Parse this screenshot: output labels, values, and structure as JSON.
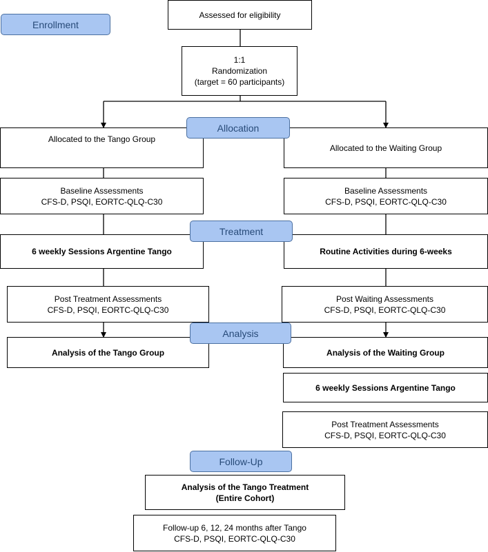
{
  "stages": {
    "enrollment": "Enrollment",
    "allocation": "Allocation",
    "treatment": "Treatment",
    "analysis": "Analysis",
    "follow_up": "Follow-Up"
  },
  "boxes": {
    "eligibility": [
      "Assessed for eligibility"
    ],
    "randomization": [
      "1:1",
      "Randomization",
      "(target = 60 participants)"
    ],
    "tango_allocated": [
      "Allocated to the Tango Group"
    ],
    "waiting_allocated": [
      "Allocated to the Waiting Group"
    ],
    "tango_baseline": [
      "Baseline Assessments",
      "CFS-D, PSQI, EORTC-QLQ-C30"
    ],
    "waiting_baseline": [
      "Baseline Assessments",
      "CFS-D, PSQI, EORTC-QLQ-C30"
    ],
    "tango_sessions": [
      "6 weekly Sessions Argentine Tango"
    ],
    "routine_activities": [
      "Routine Activities during 6-weeks"
    ],
    "tango_post": [
      "Post Treatment Assessments",
      "CFS-D, PSQI, EORTC-QLQ-C30"
    ],
    "waiting_post": [
      "Post Waiting Assessments",
      "CFS-D, PSQI, EORTC-QLQ-C30"
    ],
    "tango_analysis": [
      "Analysis of the Tango Group"
    ],
    "waiting_analysis": [
      "Analysis of the Waiting Group"
    ],
    "waiting_tango_sessions": [
      "6 weekly Sessions Argentine Tango"
    ],
    "waiting_tango_post": [
      "Post Treatment Assessments",
      "CFS-D, PSQI, EORTC-QLQ-C30"
    ],
    "cohort_analysis": [
      "Analysis of the Tango Treatment",
      "(Entire Cohort)"
    ],
    "follow_up": [
      "Follow-up 6, 12, 24 months after Tango",
      "CFS-D, PSQI, EORTC-QLQ-C30"
    ]
  }
}
